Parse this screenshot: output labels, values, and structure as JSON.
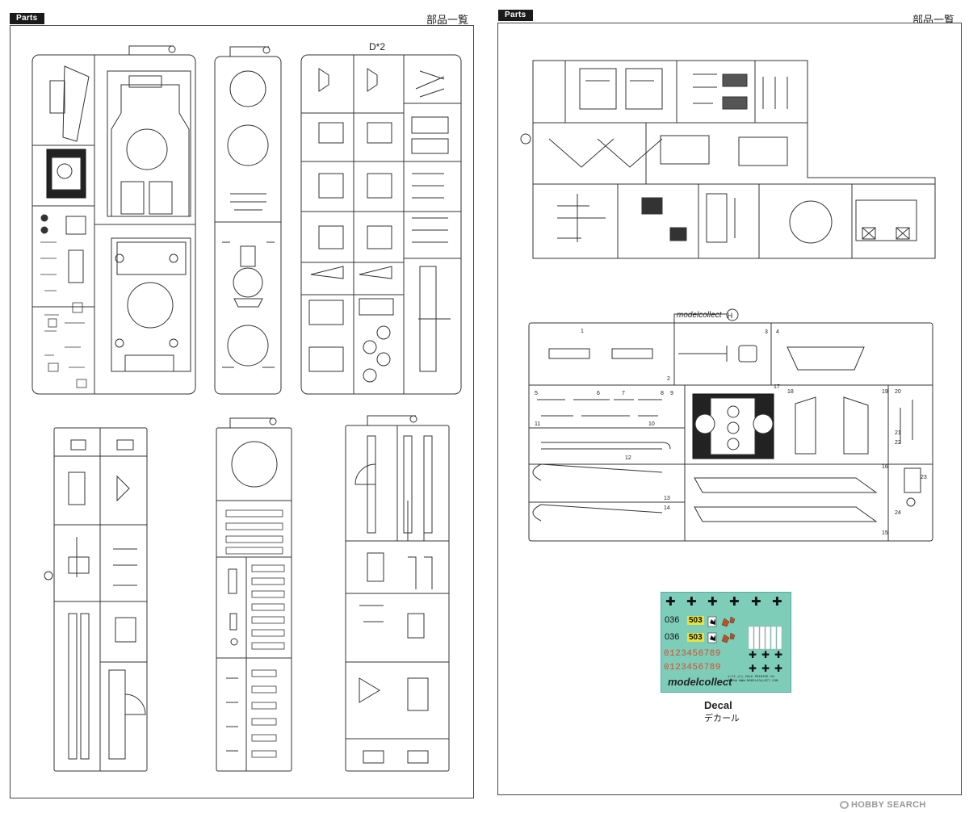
{
  "left_sheet": {
    "tag": "Parts",
    "title_jp": "部品一覧"
  },
  "right_sheet": {
    "tag": "Parts",
    "title_jp": "部品一覧"
  },
  "sprue_d": {
    "label": "D*2"
  },
  "sprue_h": {
    "brand": "modelcollect",
    "letter": "H",
    "part_numbers": [
      "1",
      "2",
      "3",
      "4",
      "5",
      "6",
      "7",
      "8",
      "9",
      "10",
      "11",
      "12",
      "13",
      "14",
      "15",
      "16",
      "17",
      "18",
      "19",
      "20",
      "21",
      "22",
      "23",
      "24"
    ]
  },
  "decal": {
    "label": "Decal",
    "label_jp": "デカール",
    "cross_glyph": "✚",
    "tactical_1": "036",
    "tactical_2": "036",
    "turret_num_1": "503",
    "turret_num_2": "503",
    "digits_1": "0123456789",
    "digits_2": "0123456789",
    "brand": "modelcollect",
    "fine_print": "1/72  (C) 2016  PRINTED IN CHINA  WWW.MODELCOLLECT.COM",
    "bg_color": "#7ecdb9",
    "digit_color": "#d94b2a",
    "badge_color": "#e8e23a"
  },
  "watermark": {
    "text": "HOBBY SEARCH"
  }
}
